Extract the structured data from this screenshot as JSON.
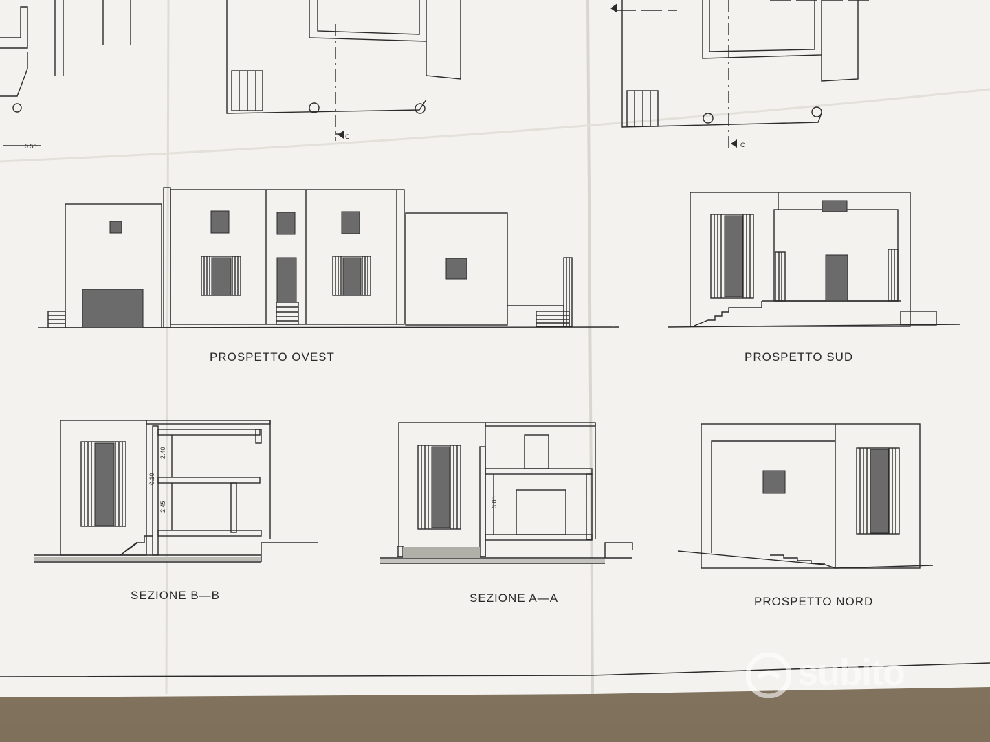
{
  "drawing": {
    "labels": {
      "prospetto_ovest": "PROSPETTO OVEST",
      "prospetto_sud": "PROSPETTO SUD",
      "sezione_bb": "SEZIONE B—B",
      "sezione_aa": "SEZIONE A—A",
      "prospetto_nord": "PROSPETTO NORD"
    },
    "section_markers": [
      "C",
      "C"
    ],
    "dimensions": {
      "bb_upper": "2.40",
      "bb_slab": "0.10",
      "bb_lower": "2.45",
      "aa_height": "3.05",
      "small_dim": "0.50"
    }
  },
  "watermark": {
    "text": "subito"
  },
  "colors": {
    "paper": "#f2f1ec",
    "ink": "#2b2b2b",
    "fill": "#6b6b6b"
  }
}
